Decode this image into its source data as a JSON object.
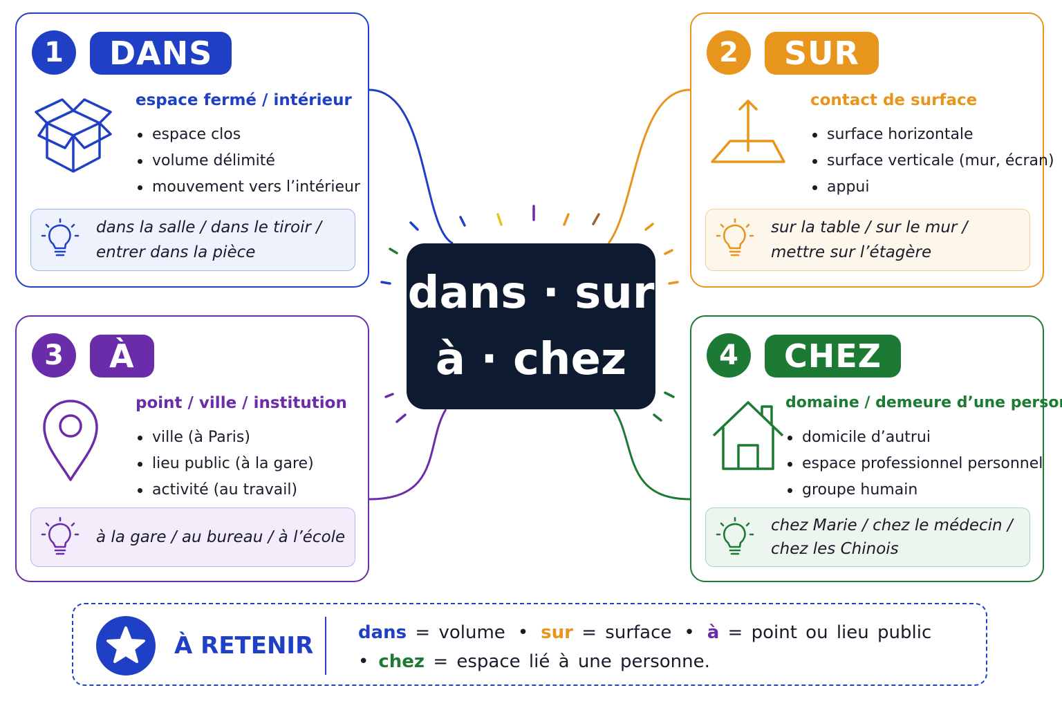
{
  "center": {
    "line1": "dans · sur",
    "line2": "à · chez"
  },
  "colors": {
    "dans": "#1f40c4",
    "sur": "#e8951d",
    "a": "#6a2ca8",
    "chez": "#1d7a34",
    "center_bg": "#0e1a30"
  },
  "cards": [
    {
      "key": "dans",
      "number": "1",
      "tag": "DANS",
      "icon": "box-icon",
      "subtitle": "espace fermé / intérieur",
      "bullets": [
        "espace clos",
        "volume délimité",
        "mouvement vers l’intérieur"
      ],
      "example": "dans la salle / dans le tiroir /\nentrer dans la pièce"
    },
    {
      "key": "sur",
      "number": "2",
      "tag": "SUR",
      "icon": "surface-arrow-icon",
      "subtitle": "contact de surface",
      "bullets": [
        "surface horizontale",
        "surface verticale (mur, écran)",
        "appui"
      ],
      "example": "sur la table / sur le mur /\nmettre sur l’étagère"
    },
    {
      "key": "a",
      "number": "3",
      "tag": "À",
      "icon": "map-pin-icon",
      "subtitle": "point / ville / institution",
      "bullets": [
        "ville (à Paris)",
        "lieu public (à la gare)",
        "activité (au travail)"
      ],
      "example": "à la gare / au bureau / à l’école"
    },
    {
      "key": "chez",
      "number": "4",
      "tag": "CHEZ",
      "icon": "house-icon",
      "subtitle": "domaine / demeure d’une personne",
      "bullets": [
        "domicile d’autrui",
        "espace professionnel personnel",
        "groupe humain"
      ],
      "example": "chez Marie / chez le médecin /\nchez les Chinois"
    }
  ],
  "retenir": {
    "title": "À RETENIR",
    "icon": "star-icon",
    "items": [
      {
        "word": "dans",
        "eq": "=",
        "meaning": "volume"
      },
      {
        "word": "sur",
        "eq": "=",
        "meaning": "surface"
      },
      {
        "word": "à",
        "eq": "=",
        "meaning": "point ou lieu public"
      },
      {
        "word": "chez",
        "eq": "=",
        "meaning": "espace lié à une personne."
      }
    ],
    "separator": "•"
  }
}
